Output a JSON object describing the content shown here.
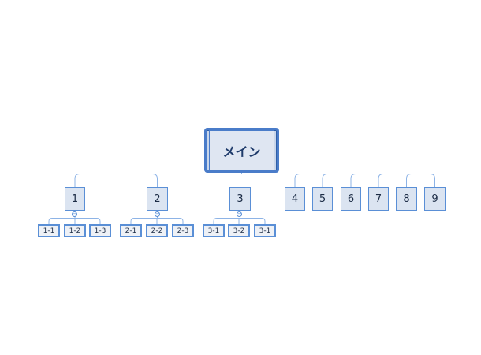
{
  "root": {
    "label": "メイン"
  },
  "children": [
    {
      "label": "1",
      "children": [
        "1-1",
        "1-2",
        "1-3"
      ]
    },
    {
      "label": "2",
      "children": [
        "2-1",
        "2-2",
        "2-3"
      ]
    },
    {
      "label": "3",
      "children": [
        "3-1",
        "3-2",
        "3-1"
      ]
    },
    {
      "label": "4",
      "children": []
    },
    {
      "label": "5",
      "children": []
    },
    {
      "label": "6",
      "children": []
    },
    {
      "label": "7",
      "children": []
    },
    {
      "label": "8",
      "children": []
    },
    {
      "label": "9",
      "children": []
    }
  ],
  "colors": {
    "line": "#8db3e6",
    "border": "#5a8fd6",
    "root_border": "#4a7cc9"
  }
}
